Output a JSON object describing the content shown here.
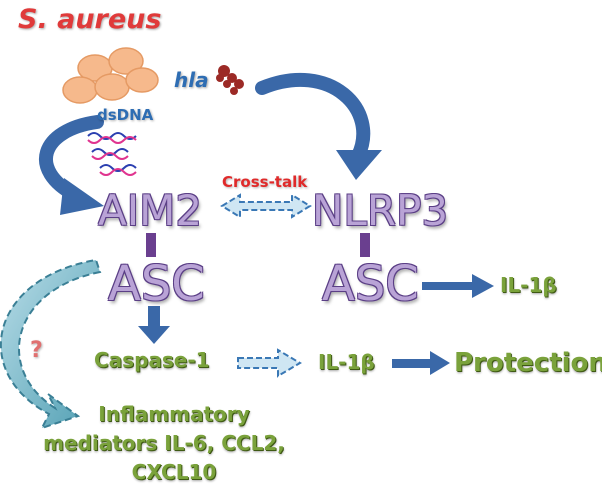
{
  "organism": "S. aureus",
  "hla": "hla",
  "dsdna": "dsDNA",
  "aim2": "AIM2",
  "nlrp3": "NLRP3",
  "crosstalk": "Cross-talk",
  "asc_left": "ASC",
  "asc_right": "ASC",
  "il1b_top": "IL-1β",
  "caspase": "Caspase-1",
  "il1b_mid": "IL-1β",
  "protection": "Protection",
  "question": "?",
  "inflammatory": [
    "Inflammatory",
    "mediators IL-6, CCL2,",
    "CXCL10"
  ],
  "colors": {
    "arrow_blue": "#3a68a8",
    "dashed_blue": "#8fc6e6",
    "teal": "#5aa7b7",
    "bacteria": "#f4b587",
    "toxin": "#9c2a26",
    "connector": "#6a3f8f"
  }
}
